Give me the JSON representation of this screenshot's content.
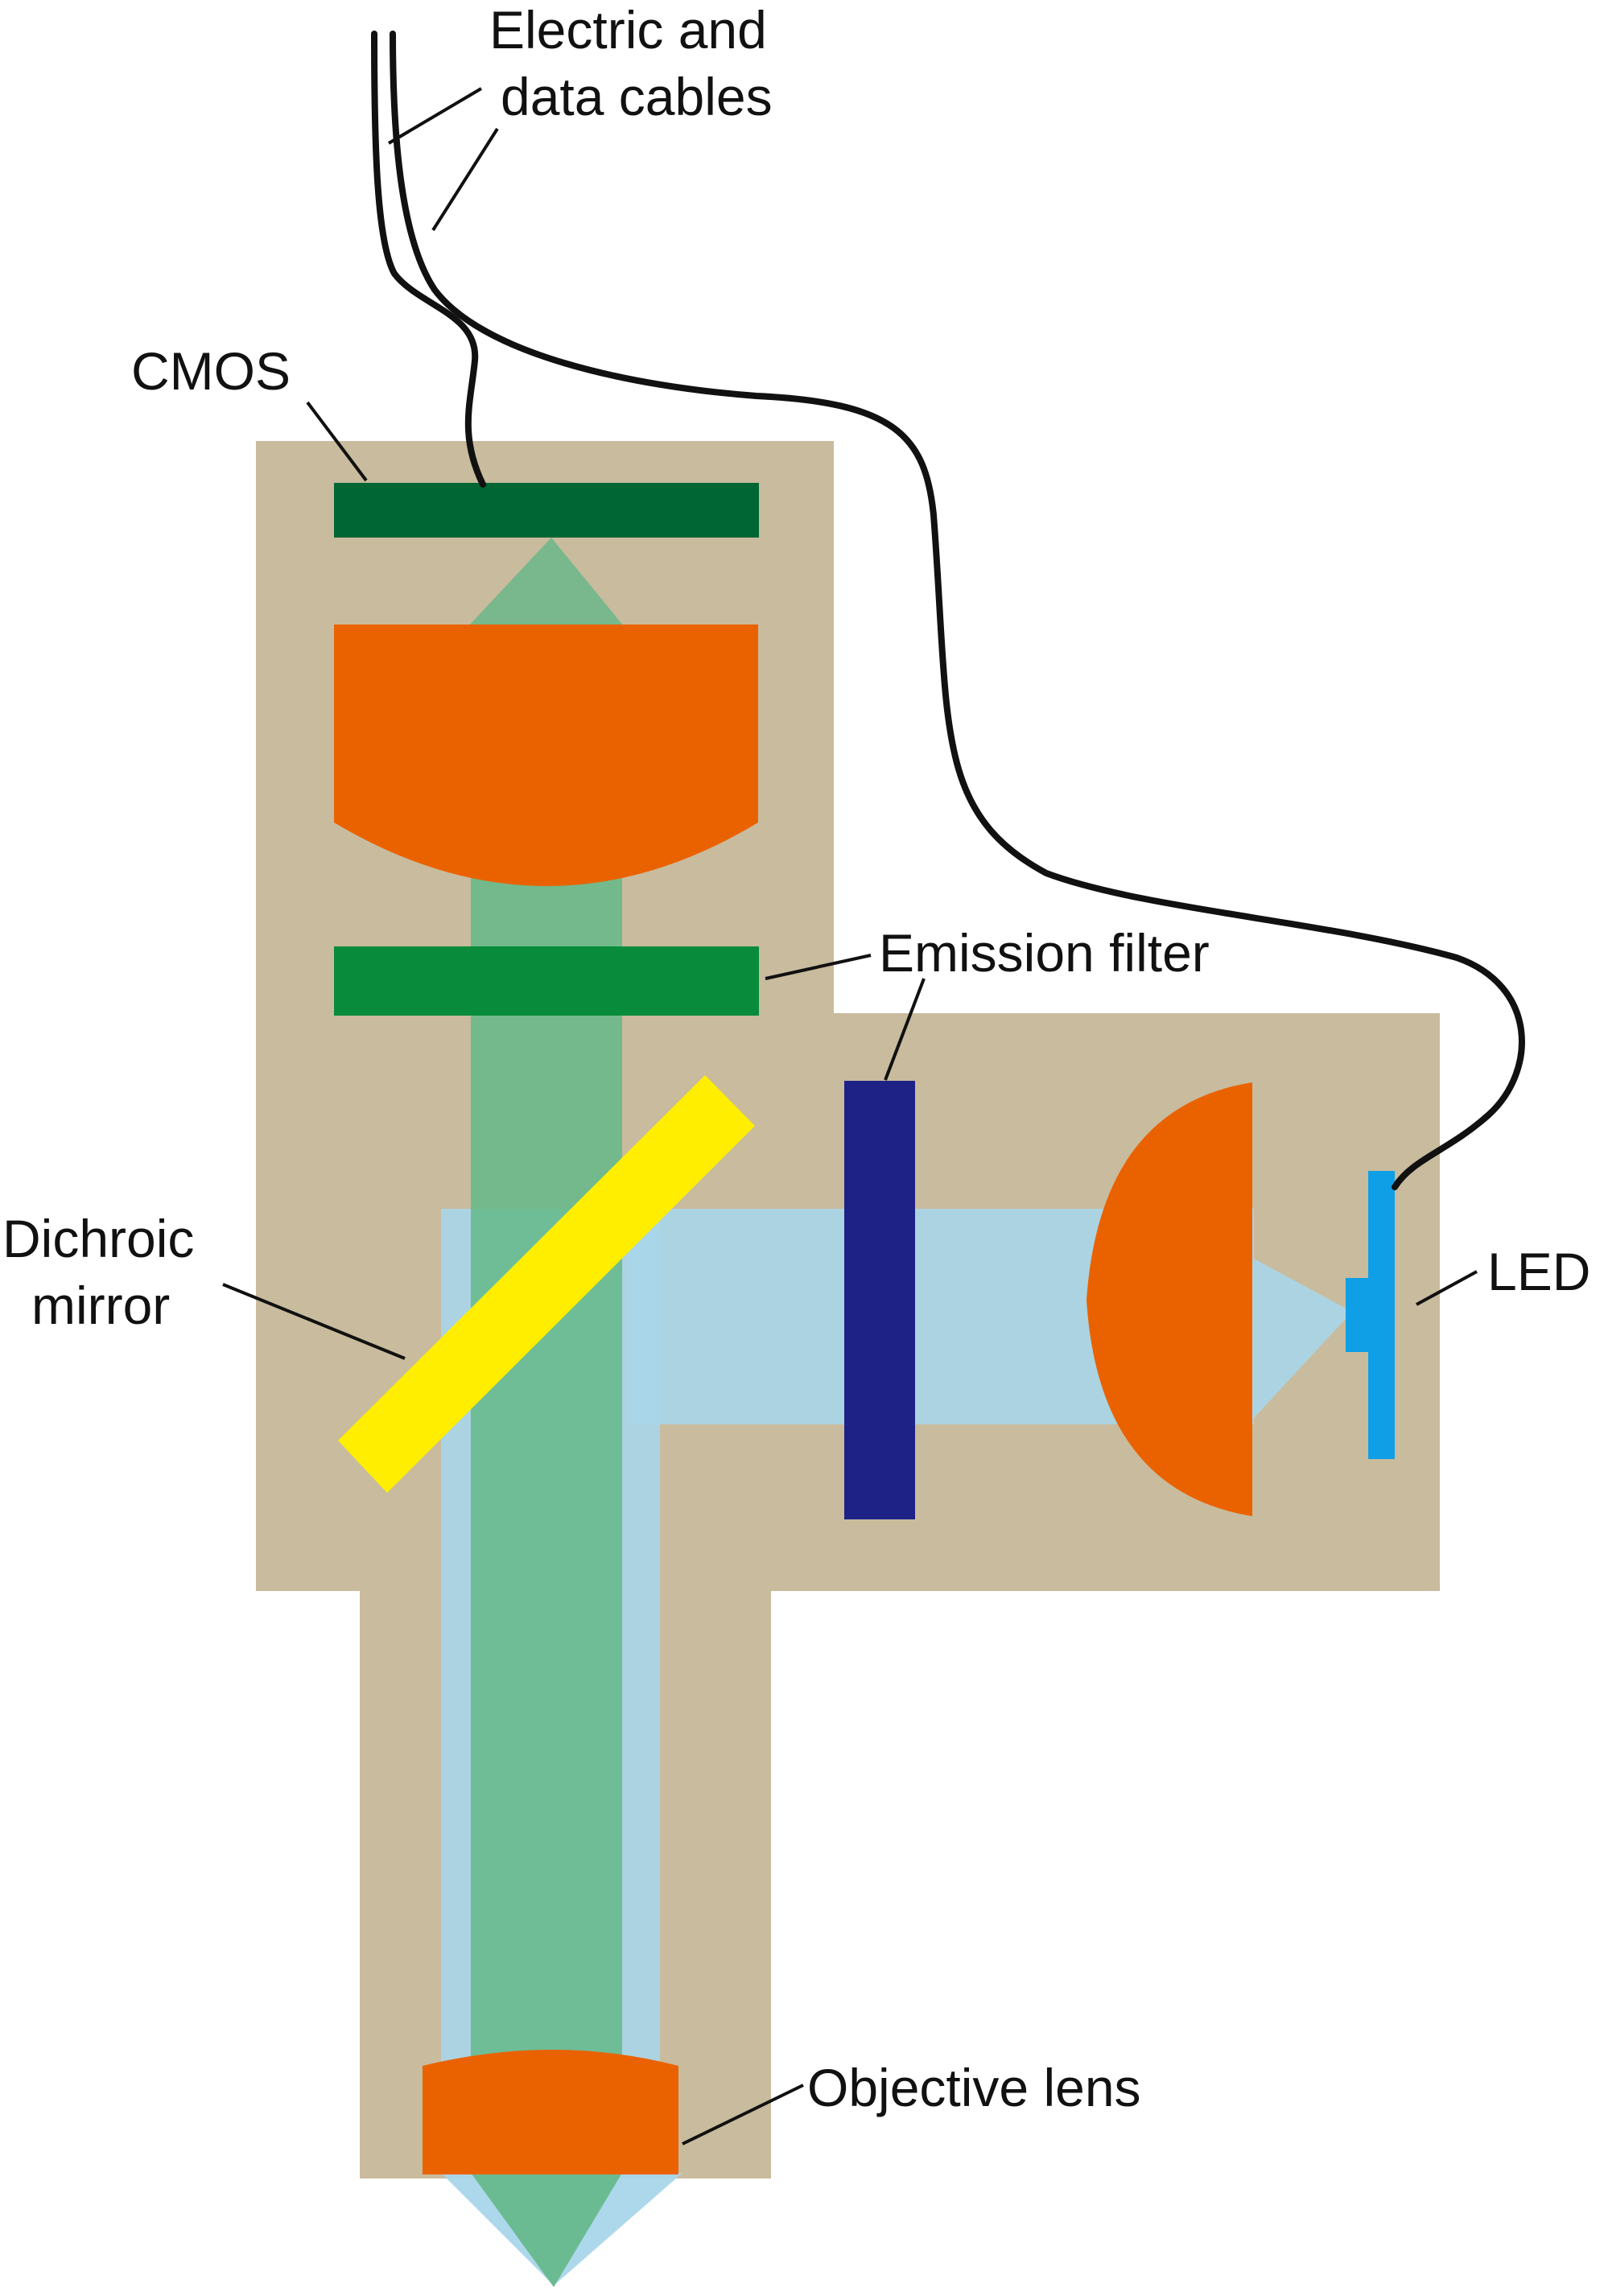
{
  "labels": {
    "cables_line1": "Electric and",
    "cables_line2": "data cables",
    "cmos": "CMOS",
    "emission_filter": "Emission filter",
    "dichroic_line1": "Dichroic",
    "dichroic_line2": "mirror",
    "led": "LED",
    "objective_lens": "Objective lens"
  },
  "colors": {
    "housing": "#c9bb9d",
    "cmos_sensor": "#006633",
    "emission_filter": "#088c3c",
    "lens": "#ea6200",
    "dichroic_mirror": "#ffee00",
    "excitation_filter": "#1e2287",
    "led": "#0f9fe6",
    "excitation_light": "#a9d6ea",
    "emission_light": "#64b888",
    "cable": "#111111"
  }
}
